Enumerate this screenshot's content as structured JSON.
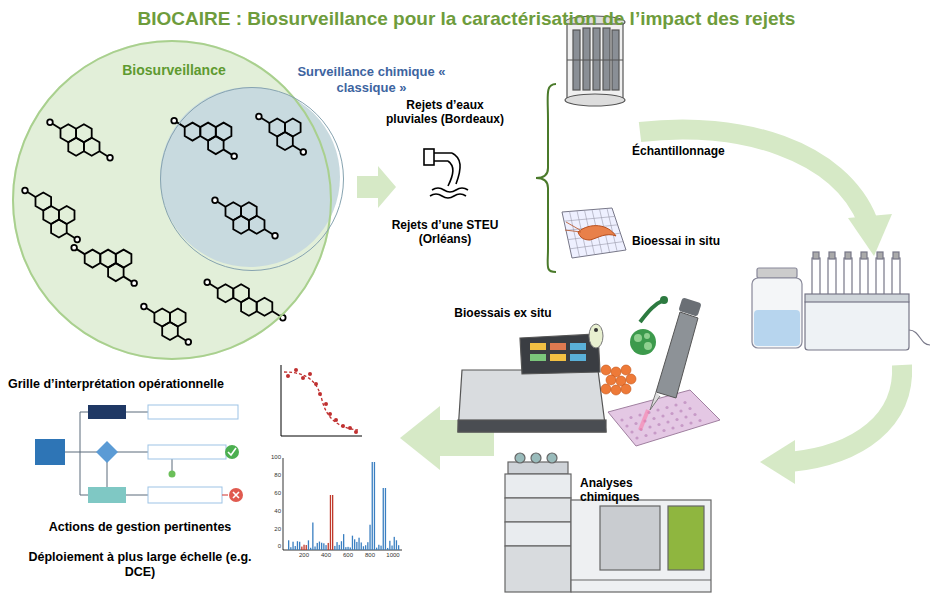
{
  "diagram": {
    "title": "BIOCAIRE : Biosurveillance pour la caractérisation de l’impact des rejets",
    "nodes": [
      {
        "text": [
          "Biosurveillance"
        ]
      },
      {
        "text": [
          "Surveillance chimique « classique »"
        ],
        "in": 0
      }
    ],
    "labels": [
      "Rejets d’eaux pluviales (Bordeaux)",
      "Rejets d’une STEU (Orléans)",
      "Échantillonnage",
      "Bioessai in situ",
      "Bioessais ex situ",
      "Analyses chimiques",
      "Grille d’interprétation opérationnelle",
      "Actions de gestion pertinentes",
      "Déploiement à plus large échelle (e.g. DCE)",
      "100",
      "80",
      "60",
      "40",
      "20",
      "0",
      "200",
      "400",
      "600",
      "800",
      "1000"
    ]
  }
}
